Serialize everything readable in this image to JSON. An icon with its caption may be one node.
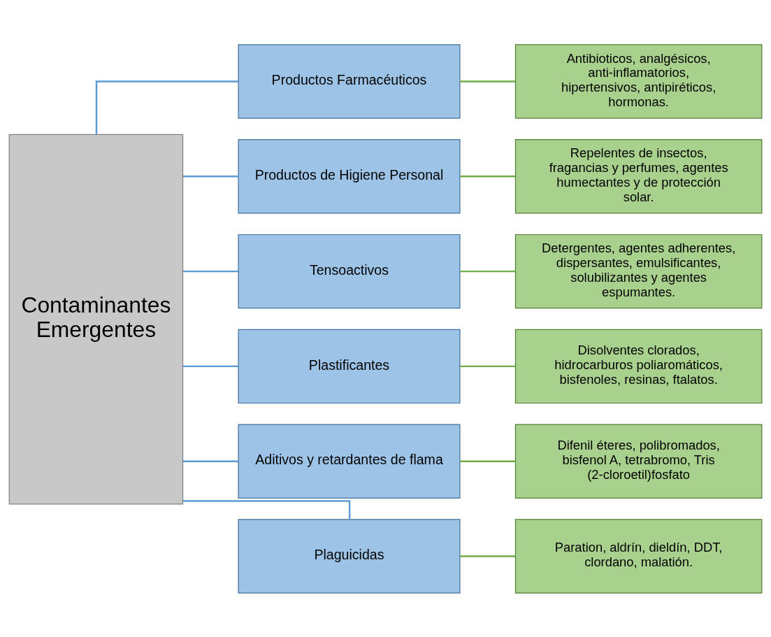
{
  "diagram": {
    "nodes": [
      {
        "text": [
          "Contaminantes Emergentes"
        ]
      },
      {
        "text": [
          "Productos Farmacéuticos"
        ]
      },
      {
        "text": [
          "Antibioticos, analgésicos, anti-inflamatorios, hipertensivos, antipiréticos, hormonas."
        ]
      },
      {
        "text": [
          "Productos de Higiene Personal"
        ]
      },
      {
        "text": [
          "Repelentes de insectos, fragancias y perfumes, agentes humectantes y de protección solar."
        ]
      },
      {
        "text": [
          "Tensoactivos"
        ]
      },
      {
        "text": [
          "Detergentes, agentes adherentes, dispersantes, emulsificantes, solubilizantes y agentes espumantes."
        ]
      },
      {
        "text": [
          "Plastificantes"
        ]
      },
      {
        "text": [
          "Disolventes clorados, hidrocarburos poliaromáticos, bisfenoles, resinas, ftalatos."
        ]
      },
      {
        "text": [
          "Aditivos y retardantes de flama"
        ]
      },
      {
        "text": [
          "Difenil éteres, polibromados, bisfenol A, tetrabromo, Tris (2-cloroetil)fosfato"
        ]
      },
      {
        "text": [
          "Plaguicidas"
        ]
      },
      {
        "text": [
          "Paration, aldrín, dieldín, DDT, clordano, malatión."
        ]
      }
    ],
    "edges": [
      {
        "from": 0,
        "to": 1,
        "arrow": "none",
        "color": "#5b9bd5"
      },
      {
        "from": 0,
        "to": 3,
        "arrow": "none",
        "color": "#5b9bd5"
      },
      {
        "from": 0,
        "to": 5,
        "arrow": "none",
        "color": "#5b9bd5"
      },
      {
        "from": 0,
        "to": 7,
        "arrow": "none",
        "color": "#5b9bd5"
      },
      {
        "from": 0,
        "to": 9,
        "arrow": "none",
        "color": "#5b9bd5"
      },
      {
        "from": 0,
        "to": 11,
        "arrow": "none",
        "color": "#5b9bd5"
      },
      {
        "from": 1,
        "to": 2,
        "arrow": "none",
        "color": "#70ad47"
      },
      {
        "from": 3,
        "to": 4,
        "arrow": "none",
        "color": "#70ad47"
      },
      {
        "from": 5,
        "to": 6,
        "arrow": "none",
        "color": "#70ad47"
      },
      {
        "from": 7,
        "to": 8,
        "arrow": "none",
        "color": "#70ad47"
      },
      {
        "from": 9,
        "to": 10,
        "arrow": "none",
        "color": "#70ad47"
      },
      {
        "from": 11,
        "to": 12,
        "arrow": "none",
        "color": "#70ad47"
      }
    ]
  }
}
